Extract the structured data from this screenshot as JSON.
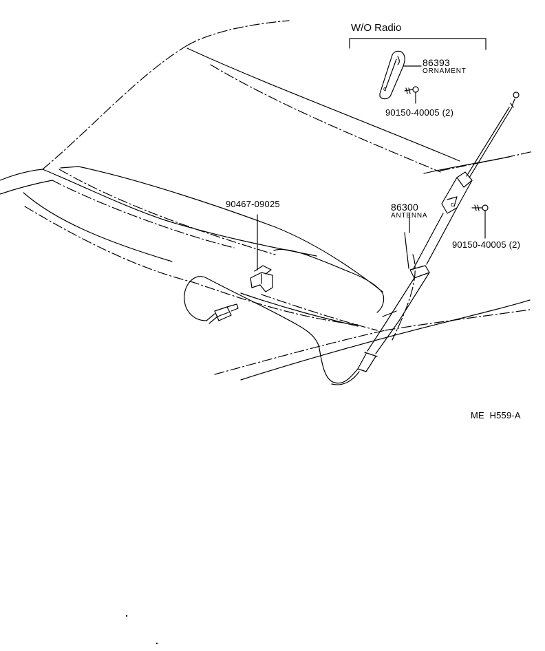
{
  "header": {
    "title": "W/O Radio"
  },
  "parts": {
    "ornament": {
      "number": "86393",
      "name": "ORNAMENT"
    },
    "screw_top": {
      "number": "90150-40005 (2)"
    },
    "clamp": {
      "number": "90467-09025"
    },
    "antenna": {
      "number": "86300",
      "name": "ANTENNA"
    },
    "screw_right": {
      "number": "90150-40005 (2)"
    }
  },
  "footer": {
    "code": "ME  H559-A"
  }
}
